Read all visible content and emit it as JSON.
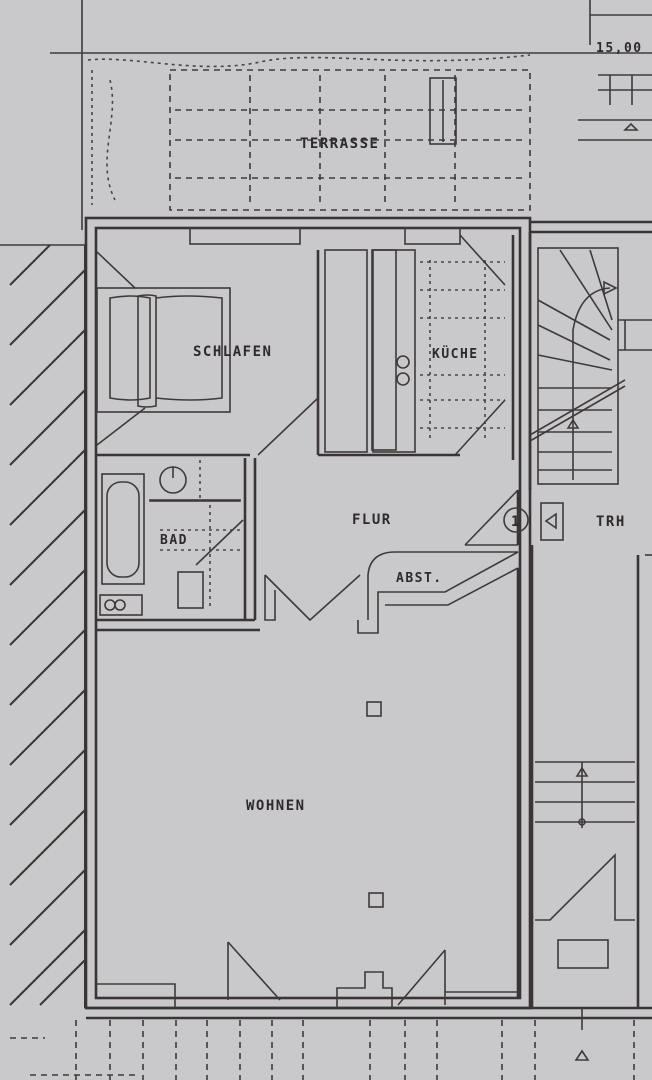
{
  "plan": {
    "dimension": "15,00",
    "rooms": {
      "terrasse": "TERRASSE",
      "schlafen": "SCHLAFEN",
      "kueche": "KÜCHE",
      "flur": "FLUR",
      "bad": "BAD",
      "abst": "ABST.",
      "wohnen": "WOHNEN",
      "trh": "TRH"
    },
    "markers": {
      "unit_number": "1"
    },
    "colors": {
      "paper": "#c9c9cb",
      "ink": "#3a3535"
    }
  }
}
